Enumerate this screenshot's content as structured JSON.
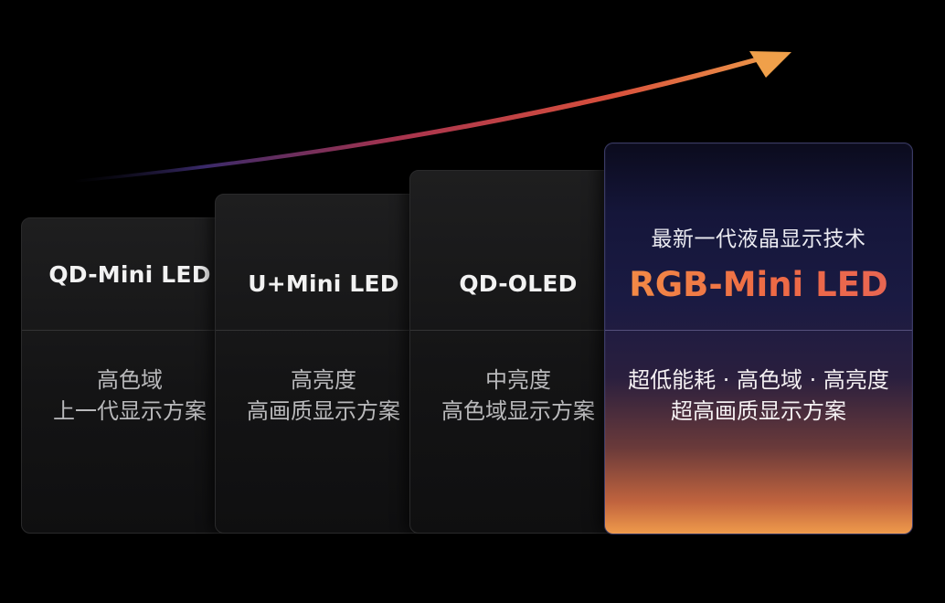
{
  "cards": [
    {
      "title": "QD-Mini LED",
      "desc_line1": "高色域",
      "desc_line2": "上一代显示方案"
    },
    {
      "title": "U+Mini LED",
      "desc_line1": "高亮度",
      "desc_line2": "高画质显示方案"
    },
    {
      "title": "QD-OLED",
      "desc_line1": "中亮度",
      "desc_line2": "高色域显示方案"
    }
  ],
  "featured": {
    "subtitle": "最新一代液晶显示技术",
    "title": "RGB-Mini LED",
    "desc_line1": "超低能耗 · 高色域 · 高亮度",
    "desc_line2": "超高画质显示方案"
  },
  "colors": {
    "accent_orange": "#ef9a4b",
    "accent_red": "#ee6a45",
    "featured_top": "#15163a",
    "background": "#000000"
  },
  "icons": {
    "trend_arrow": "trend-arrow-icon"
  }
}
